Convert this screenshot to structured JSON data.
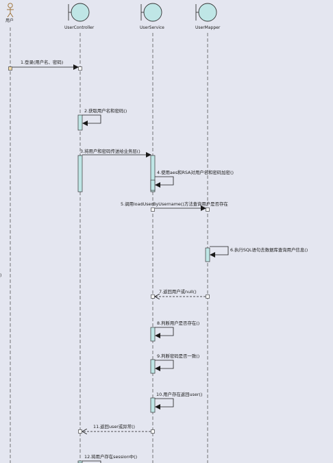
{
  "participants": [
    {
      "key": "user",
      "label": "用户",
      "kind": "actor"
    },
    {
      "key": "controller",
      "label": "UserController",
      "kind": "boundary"
    },
    {
      "key": "service",
      "label": "UserService",
      "kind": "boundary"
    },
    {
      "key": "mapper",
      "label": "UserMapper",
      "kind": "boundary"
    }
  ],
  "messages": [
    {
      "id": "m1",
      "text": "1.登录(用户名、密码)",
      "from": "user",
      "to": "controller",
      "type": "sync"
    },
    {
      "id": "m2",
      "text": "2.获取用户名和密码()",
      "from": "controller",
      "to": "controller",
      "type": "self"
    },
    {
      "id": "m3",
      "text": "3.将用户和密码传送给业务层()",
      "from": "controller",
      "to": "service",
      "type": "sync"
    },
    {
      "id": "m4",
      "text": "4.使用aes和RSA对用户名和密码加密()",
      "from": "service",
      "to": "service",
      "type": "self"
    },
    {
      "id": "m5",
      "text": "5.调用loadUserByUsername()方法查询用户是否存在",
      "from": "service",
      "to": "mapper",
      "type": "sync"
    },
    {
      "id": "m6",
      "text": "6.执行SQL语句去数据库查询用户信息()",
      "from": "mapper",
      "to": "mapper",
      "type": "self"
    },
    {
      "id": "m7",
      "text": "7.返回用户或null()",
      "from": "mapper",
      "to": "service",
      "type": "return"
    },
    {
      "id": "m8",
      "text": "8.判断用户是否存在()",
      "from": "service",
      "to": "service",
      "type": "self"
    },
    {
      "id": "m9",
      "text": "9.判断密码是否一致()",
      "from": "service",
      "to": "service",
      "type": "self"
    },
    {
      "id": "m10",
      "text": "10.用户存在返回user()",
      "from": "service",
      "to": "service",
      "type": "self"
    },
    {
      "id": "m11",
      "text": "11.返回user或异常()",
      "from": "service",
      "to": "controller",
      "type": "return"
    },
    {
      "id": "m12",
      "text": "12.将用户存在session中()",
      "from": "controller",
      "to": "controller",
      "type": "self"
    }
  ],
  "stray_mark": ")",
  "colors": {
    "background": "#e4e6f0",
    "boundary_fill": "#bfe6e6",
    "activation_fill": "#bfe6e6",
    "actor_stroke": "#9a6a2a",
    "actor_port_fill": "#f0d9a8",
    "line": "#2a2a2a"
  }
}
